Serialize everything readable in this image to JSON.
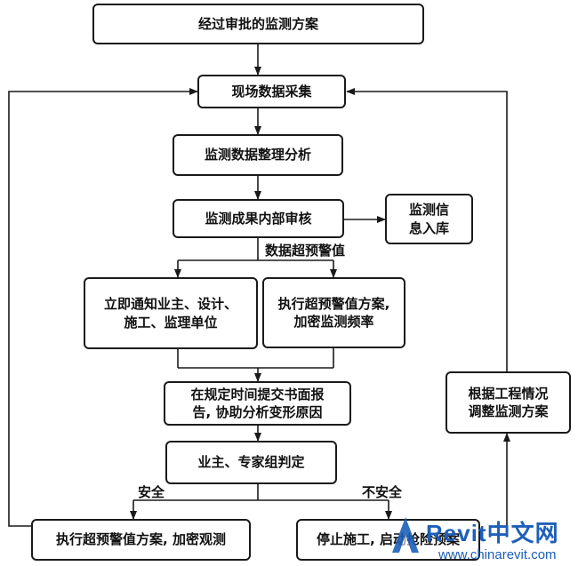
{
  "diagram": {
    "nodes": {
      "approved_plan": "经过审批的监测方案",
      "field_collection": "现场数据采集",
      "data_processing": "监测数据整理分析",
      "internal_review": "监测成果内部审核",
      "database_entry": "监测信\n息入库",
      "notify_parties": "立即通知业主、设计、\n施工、监理单位",
      "alarm_plan_dense": "执行超预警值方案,\n加密监测频率",
      "written_report": "在规定时间提交书面报\n告, 协助分析变形原因",
      "expert_judgment": "业主、专家组判定",
      "adjust_plan": "根据工程情况\n调整监测方案",
      "safe_action": "执行超预警值方案, 加密观测",
      "unsafe_action": "停止施工, 启动抢险预案"
    },
    "labels": {
      "exceed_alarm": "数据超预警值",
      "safe": "安全",
      "unsafe": "不安全"
    }
  },
  "watermark": {
    "brand": "Revit中文网",
    "url": "www.chinarevit.com",
    "color": "#1d5fb8"
  }
}
